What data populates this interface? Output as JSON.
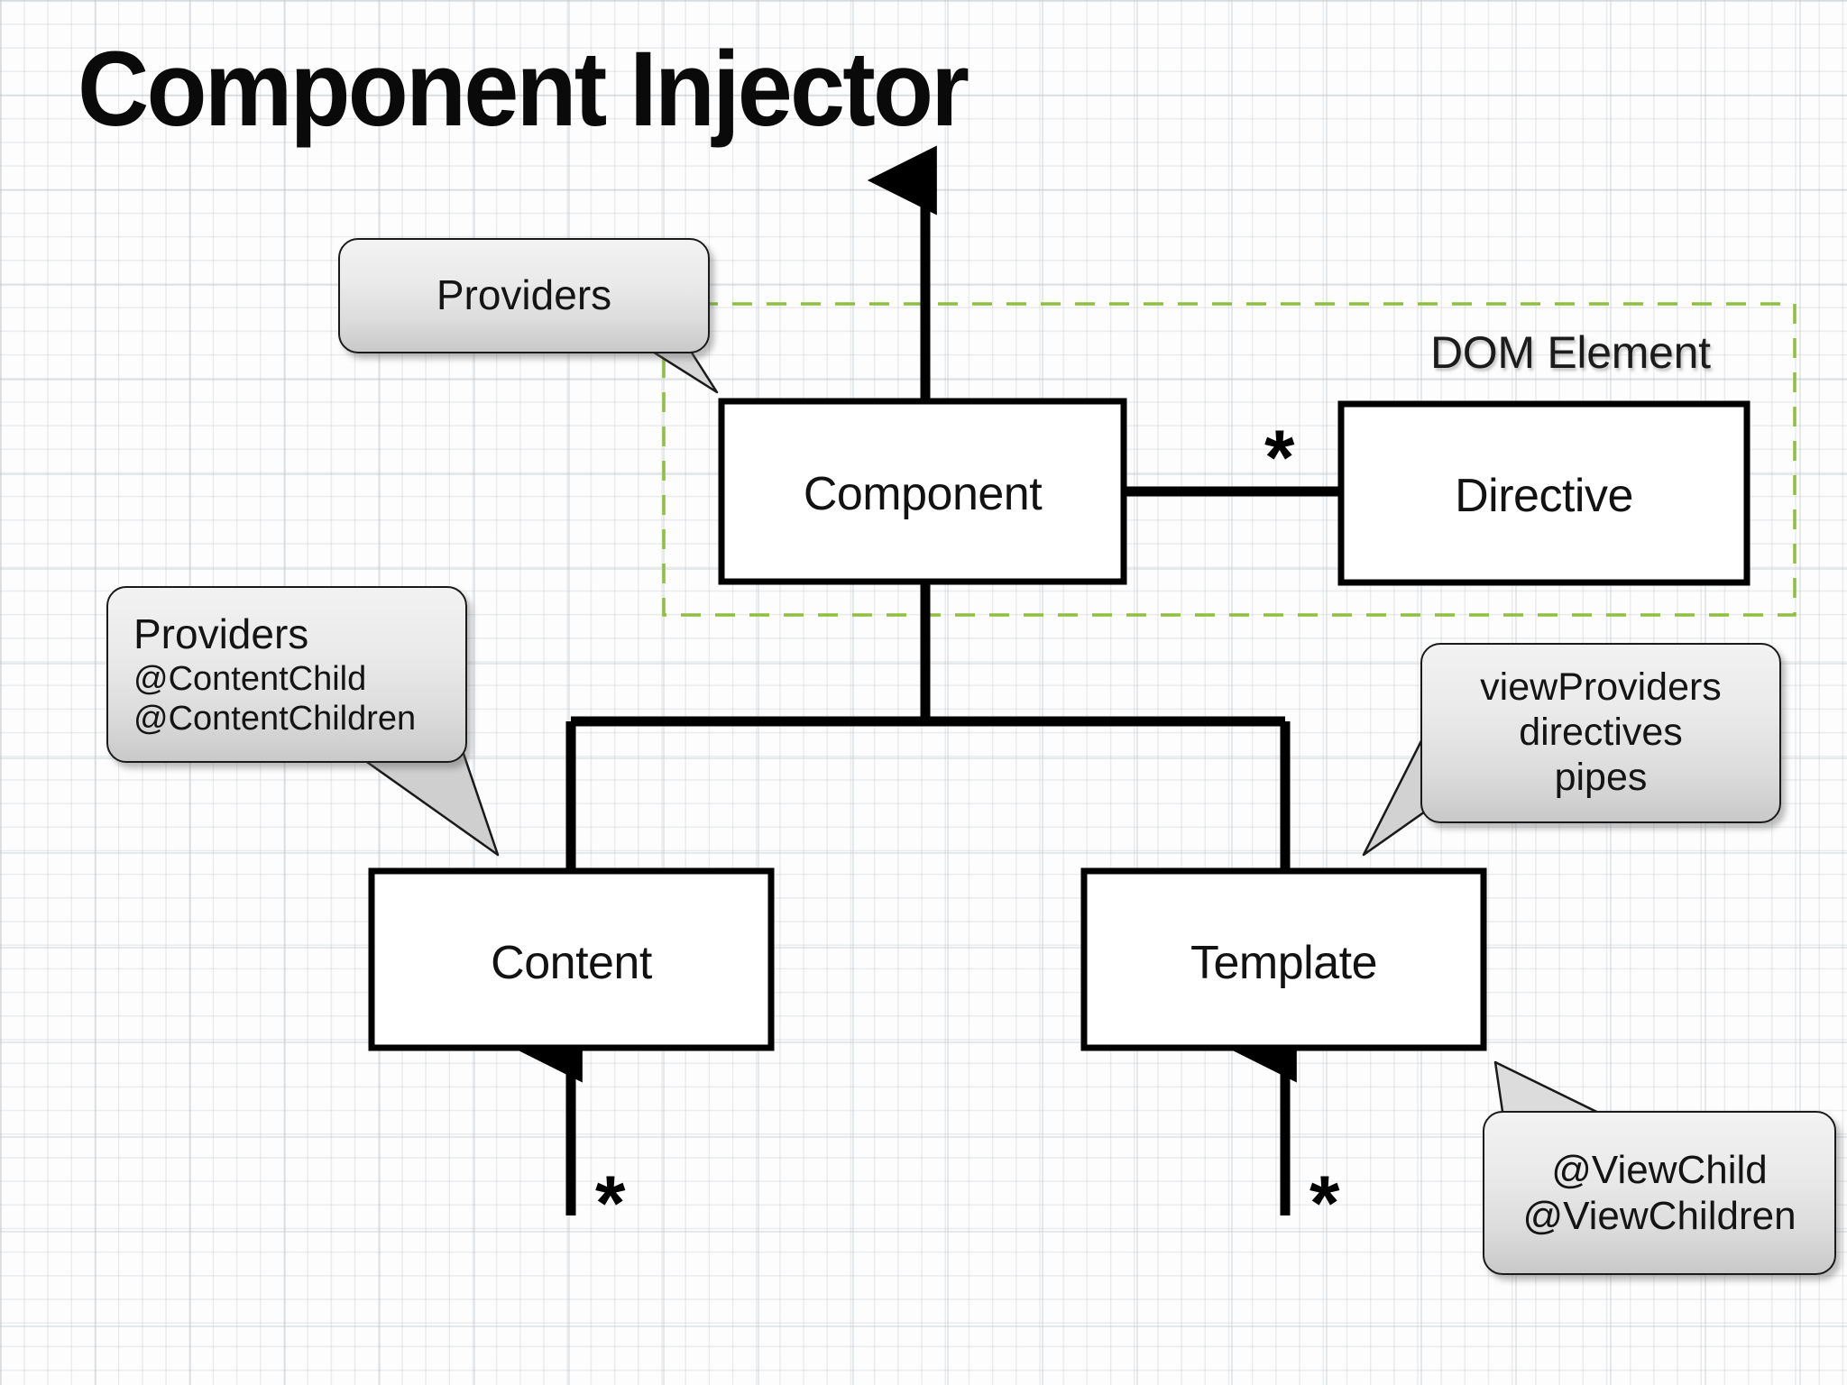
{
  "page": {
    "title": "Component Injector",
    "background": "graph-paper",
    "accent_dashed_color": "#8fbf3f",
    "stroke_color": "#000000",
    "callout_fill_top": "#f2f2f2",
    "callout_fill_bottom": "#c9c9c9"
  },
  "diagram": {
    "type": "block-diagram",
    "nodes": [
      {
        "id": "component",
        "label": "Component"
      },
      {
        "id": "directive",
        "label": "Directive"
      },
      {
        "id": "content",
        "label": "Content"
      },
      {
        "id": "template",
        "label": "Template"
      }
    ],
    "regions": [
      {
        "id": "dom-element",
        "label": "DOM Element",
        "style": "dashed",
        "color": "#8fbf3f"
      }
    ],
    "multiplicities": [
      {
        "id": "component-directive",
        "symbol": "*"
      },
      {
        "id": "content-children",
        "symbol": "*"
      },
      {
        "id": "template-children",
        "symbol": "*"
      }
    ],
    "edges": [
      {
        "from": "component",
        "to": "parent-injector",
        "arrow": "up"
      },
      {
        "from": "component",
        "to": "directive",
        "arrow": "none"
      },
      {
        "from": "component",
        "to": "content",
        "arrow": "none"
      },
      {
        "from": "component",
        "to": "template",
        "arrow": "none"
      },
      {
        "from": "content-children",
        "to": "content",
        "arrow": "up"
      },
      {
        "from": "template-children",
        "to": "template",
        "arrow": "up"
      }
    ]
  },
  "callouts": {
    "providers_top": {
      "lines": [
        "Providers"
      ]
    },
    "providers_left": {
      "lines": [
        "Providers",
        "@ContentChild",
        "@ContentChildren"
      ]
    },
    "view_providers": {
      "lines": [
        "viewProviders",
        "directives",
        "pipes"
      ]
    },
    "view_child": {
      "lines": [
        "@ViewChild",
        "@ViewChildren"
      ]
    }
  }
}
